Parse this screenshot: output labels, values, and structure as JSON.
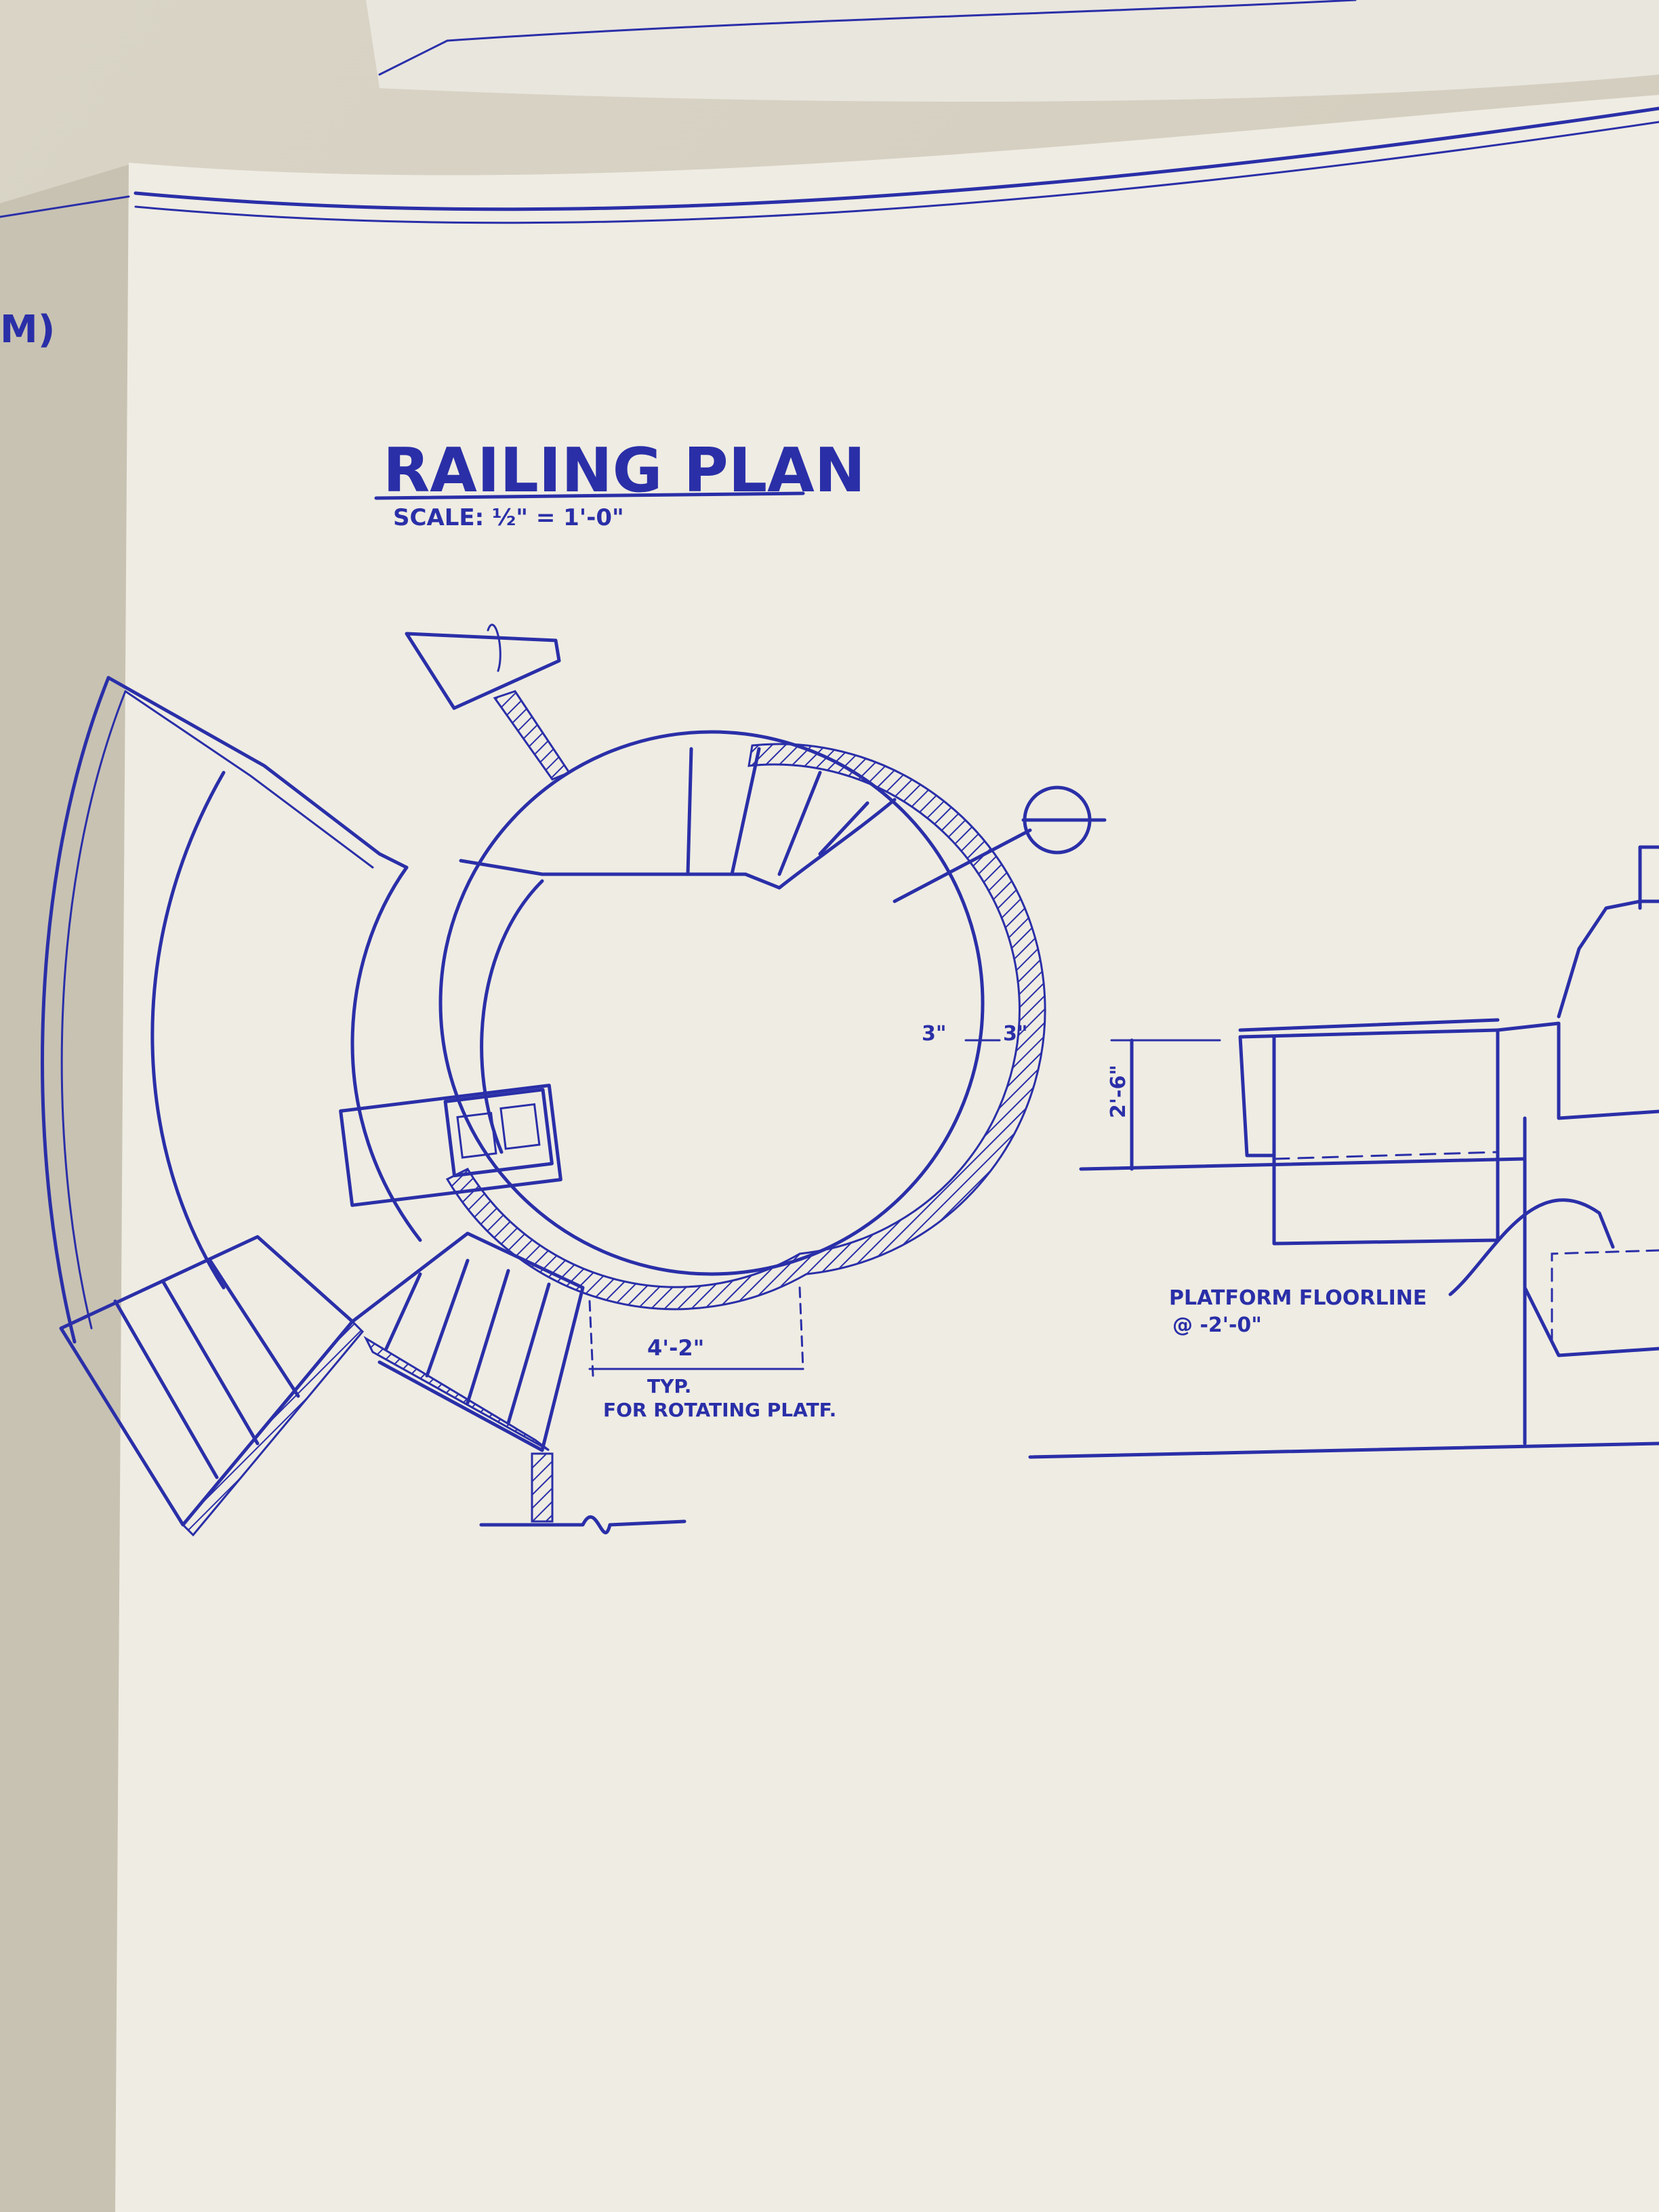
{
  "sheet": {
    "corner_text": "M)",
    "title": "RAILING PLAN",
    "scale": "SCALE: ½\" = 1'-0\""
  },
  "plan": {
    "dim_rail_left": "3\"",
    "dim_rail_right": "3\"",
    "dim_platform_width": "4'-2\"",
    "note_typ": "TYP.",
    "note_rotating": "FOR ROTATING PLATF."
  },
  "section": {
    "dim_height": "2'-6\"",
    "floorline_label": "PLATFORM FLOORLINE",
    "floorline_elev": "@ -2'-0\""
  },
  "colors": {
    "ink": "#2a2fa8",
    "paper": "#efece3",
    "background": "#e8e4da"
  }
}
